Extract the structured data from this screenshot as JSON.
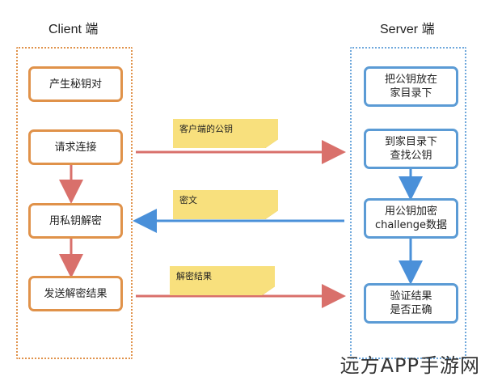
{
  "client": {
    "title": "Client 端",
    "steps": [
      "产生秘钥对",
      "请求连接",
      "用私钥解密",
      "发送解密结果"
    ]
  },
  "server": {
    "title": "Server 端",
    "steps": [
      "把公钥放在\n家目录下",
      "到家目录下\n查找公钥",
      "用公钥加密\nchallenge数据",
      "验证结果\n是否正确"
    ]
  },
  "messages": [
    "客户端的公钥",
    "密文",
    "解密结果"
  ],
  "watermark": "远方APP手游网",
  "colors": {
    "client": "#e0924a",
    "server": "#5b9bd5",
    "flow_arrow": "#d9706b",
    "reply_arrow": "#4a90d9",
    "note": "#f8e07d"
  }
}
